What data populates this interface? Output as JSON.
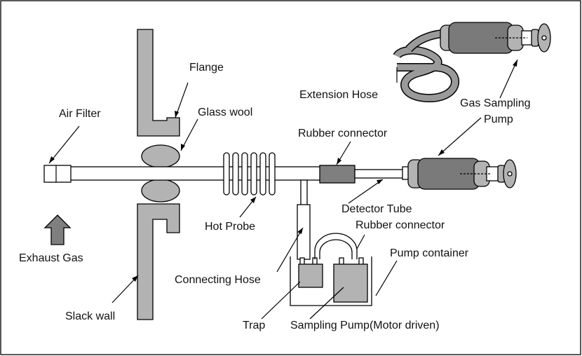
{
  "colors": {
    "wall": "#b3b3b3",
    "pump_body": "#7a7a7a",
    "pump_cap": "#b3b3b3",
    "connector": "#7f7f7f",
    "container_part": "#b3b3b3",
    "arrow": "#7f7f7f"
  },
  "labels": {
    "flange": "Flange",
    "glass_wool": "Glass wool",
    "air_filter": "Air Filter",
    "extension_hose": "Extension Hose",
    "gas_sampling_pump_1": "Gas Sampling",
    "gas_sampling_pump_2": "Pump",
    "rubber_connector_top": "Rubber connector",
    "detector_tube": "Detector Tube",
    "rubber_connector_bottom": "Rubber connector",
    "hot_probe": "Hot Probe",
    "pump_container": "Pump container",
    "exhaust_gas": "Exhaust Gas",
    "connecting_hose": "Connecting Hose",
    "slack_wall": "Slack wall",
    "trap": "Trap",
    "sampling_pump": "Sampling Pump(Motor driven)"
  }
}
